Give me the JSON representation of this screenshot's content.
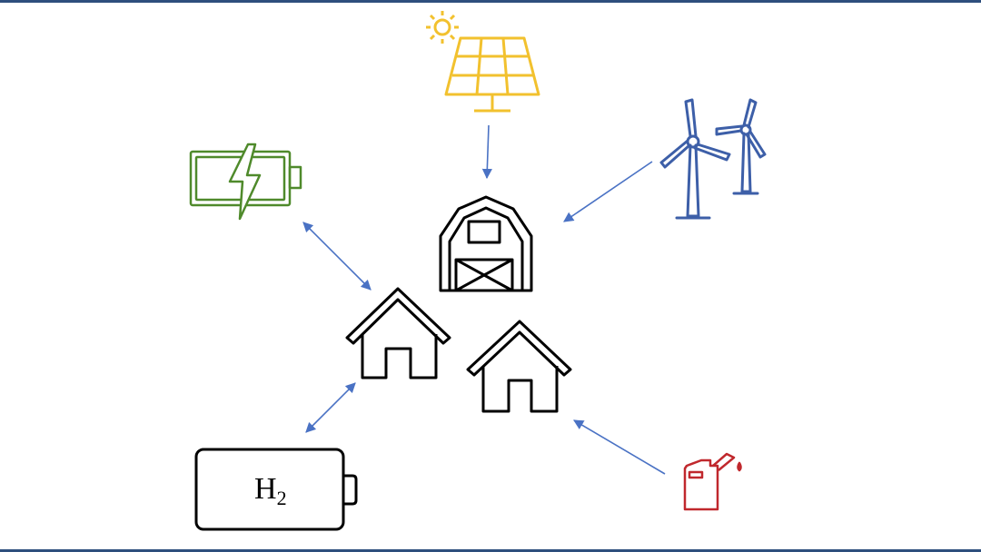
{
  "hydrogen_storage": {
    "label": "H",
    "subscript": "2"
  },
  "colors": {
    "frame": "#2e4f7d",
    "arrow": "#4a72c4",
    "solar": "#f2c12e",
    "wind": "#3d5fa8",
    "battery": "#4f8a2b",
    "fuel": "#c0282d",
    "buildings": "#000000"
  },
  "nodes": [
    {
      "name": "solar-panel-icon",
      "role": "source"
    },
    {
      "name": "wind-turbines-icon",
      "role": "source"
    },
    {
      "name": "battery-icon",
      "role": "storage"
    },
    {
      "name": "hydrogen-tank-icon",
      "role": "storage"
    },
    {
      "name": "fuel-canister-icon",
      "role": "source"
    },
    {
      "name": "barn-icon",
      "role": "consumer"
    },
    {
      "name": "house-left-icon",
      "role": "consumer"
    },
    {
      "name": "house-right-icon",
      "role": "consumer"
    }
  ],
  "connections": [
    {
      "from": "solar-panel-icon",
      "to": "barn-icon",
      "direction": "one-way"
    },
    {
      "from": "wind-turbines-icon",
      "to": "barn-icon",
      "direction": "one-way"
    },
    {
      "from": "battery-icon",
      "to": "house-left-icon",
      "direction": "two-way"
    },
    {
      "from": "hydrogen-tank-icon",
      "to": "house-left-icon",
      "direction": "two-way"
    },
    {
      "from": "fuel-canister-icon",
      "to": "house-right-icon",
      "direction": "one-way"
    }
  ]
}
